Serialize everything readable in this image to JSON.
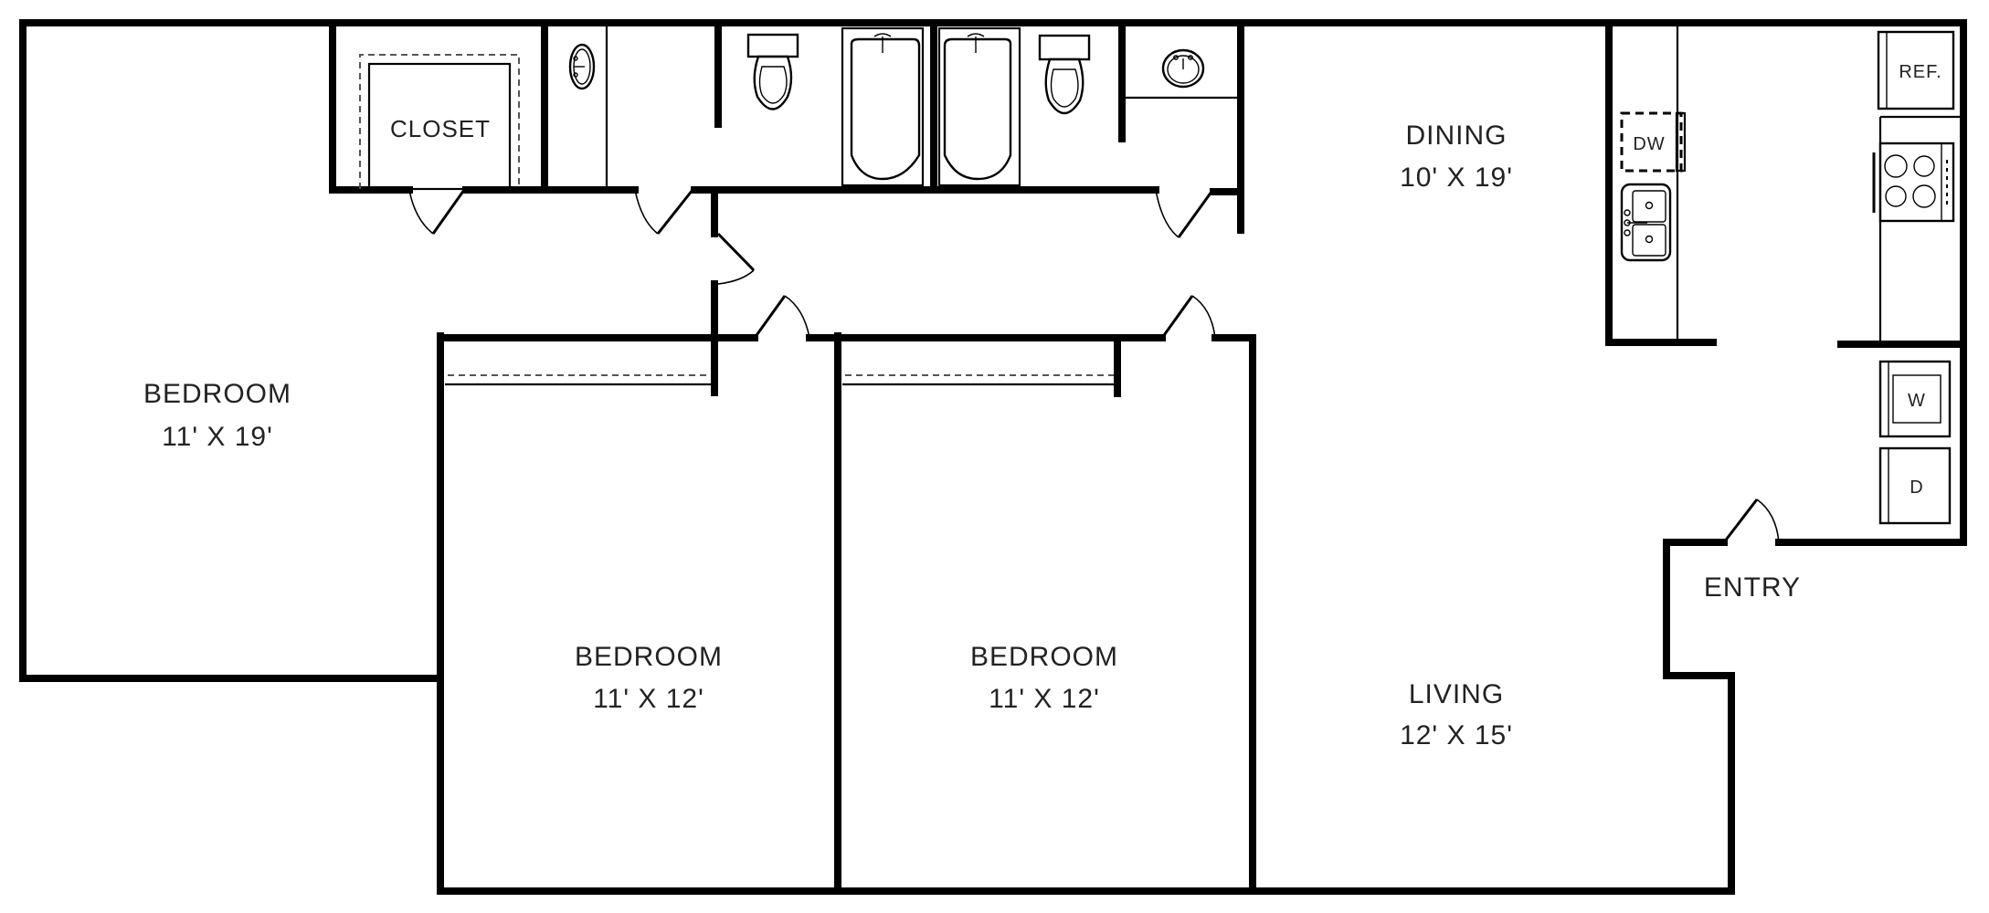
{
  "plan": {
    "colors": {
      "wall": "#000000",
      "background": "#ffffff",
      "text": "#222222",
      "closet_dash": "#555555"
    },
    "rooms": [
      {
        "id": "bedroom_1",
        "name": "BEDROOM",
        "size": "11' X 19'"
      },
      {
        "id": "bedroom_2",
        "name": "BEDROOM",
        "size": "11' X 12'"
      },
      {
        "id": "bedroom_3",
        "name": "BEDROOM",
        "size": "11' X 12'"
      },
      {
        "id": "dining",
        "name": "DINING",
        "size": "10' X 19'"
      },
      {
        "id": "living",
        "name": "LIVING",
        "size": "12' X 15'"
      },
      {
        "id": "entry",
        "name": "ENTRY"
      },
      {
        "id": "closet",
        "name": "CLOSET"
      }
    ],
    "appliances": {
      "refrigerator": "REF.",
      "dishwasher": "DW",
      "washer": "W",
      "dryer": "D"
    },
    "fixtures": [
      "bathroom-sink",
      "toilet",
      "bathtub",
      "bathtub",
      "toilet",
      "bathroom-sink",
      "kitchen-sink",
      "range"
    ]
  }
}
